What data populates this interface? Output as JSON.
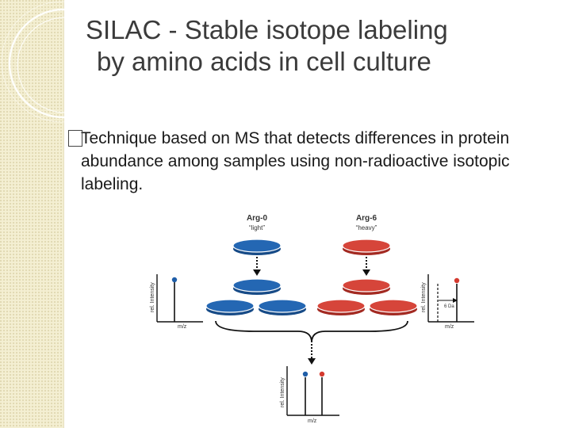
{
  "slide": {
    "title_line1": "SILAC - Stable isotope labeling",
    "title_line2": "by amino acids in cell culture",
    "bullet_glyph": "",
    "bullet_text": "Technique based on MS that detects differences in protein abundance among samples using non-radioactive isotopic labeling."
  },
  "diagram": {
    "light_label": "Arg-0",
    "light_sublabel": "“light”",
    "heavy_label": "Arg-6",
    "heavy_sublabel": "“heavy”",
    "left_ylabel": "rel. Intensity",
    "left_xlabel": "m/z",
    "right_ylabel": "rel. Intensity",
    "right_xlabel": "m/z",
    "right_annotation": "6 Da",
    "bottom_ylabel": "rel. Intensity",
    "bottom_xlabel": "m/z",
    "colors": {
      "light": "#1f5ea8",
      "heavy": "#d43a2f",
      "axis": "#111111"
    }
  }
}
